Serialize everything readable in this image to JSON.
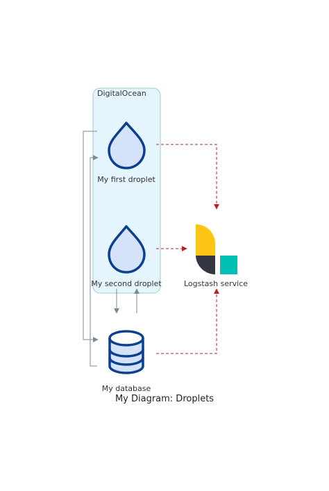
{
  "diagram": {
    "caption": "My Diagram: Droplets",
    "cluster": {
      "label": "DigitalOcean"
    },
    "nodes": {
      "droplet_1": {
        "label": "My first droplet",
        "icon": "droplet-icon"
      },
      "droplet_2": {
        "label": "My second droplet",
        "icon": "droplet-icon"
      },
      "database": {
        "label": "My database",
        "icon": "database-icon"
      },
      "logstash": {
        "label": "Logstash service",
        "icon": "logstash-icon"
      }
    },
    "edges": [
      {
        "from": "droplet_1",
        "to": "logstash",
        "style": "dashed",
        "color": "#b22222"
      },
      {
        "from": "droplet_2",
        "to": "logstash",
        "style": "dashed",
        "color": "#b22222"
      },
      {
        "from": "database",
        "to": "logstash",
        "style": "dashed",
        "color": "#b22222"
      },
      {
        "from": "droplet_2",
        "to": "database",
        "style": "solid",
        "color": "#7b8a99"
      },
      {
        "from": "database",
        "to": "droplet_2",
        "style": "solid",
        "color": "#7b8a99"
      },
      {
        "from": "droplet_1",
        "to": "database",
        "style": "solid",
        "color": "#7b8a99"
      },
      {
        "from": "database",
        "to": "droplet_1",
        "style": "solid",
        "color": "#7b8a99"
      }
    ],
    "colors": {
      "cluster_fill": "#e5f5fd",
      "cluster_border": "#a8c6d6",
      "icon_fill": "#d4e2fa",
      "icon_stroke": "#0d3f8f",
      "logstash_yellow": "#fec514",
      "logstash_dark": "#343741",
      "logstash_teal": "#00bfb3"
    }
  }
}
